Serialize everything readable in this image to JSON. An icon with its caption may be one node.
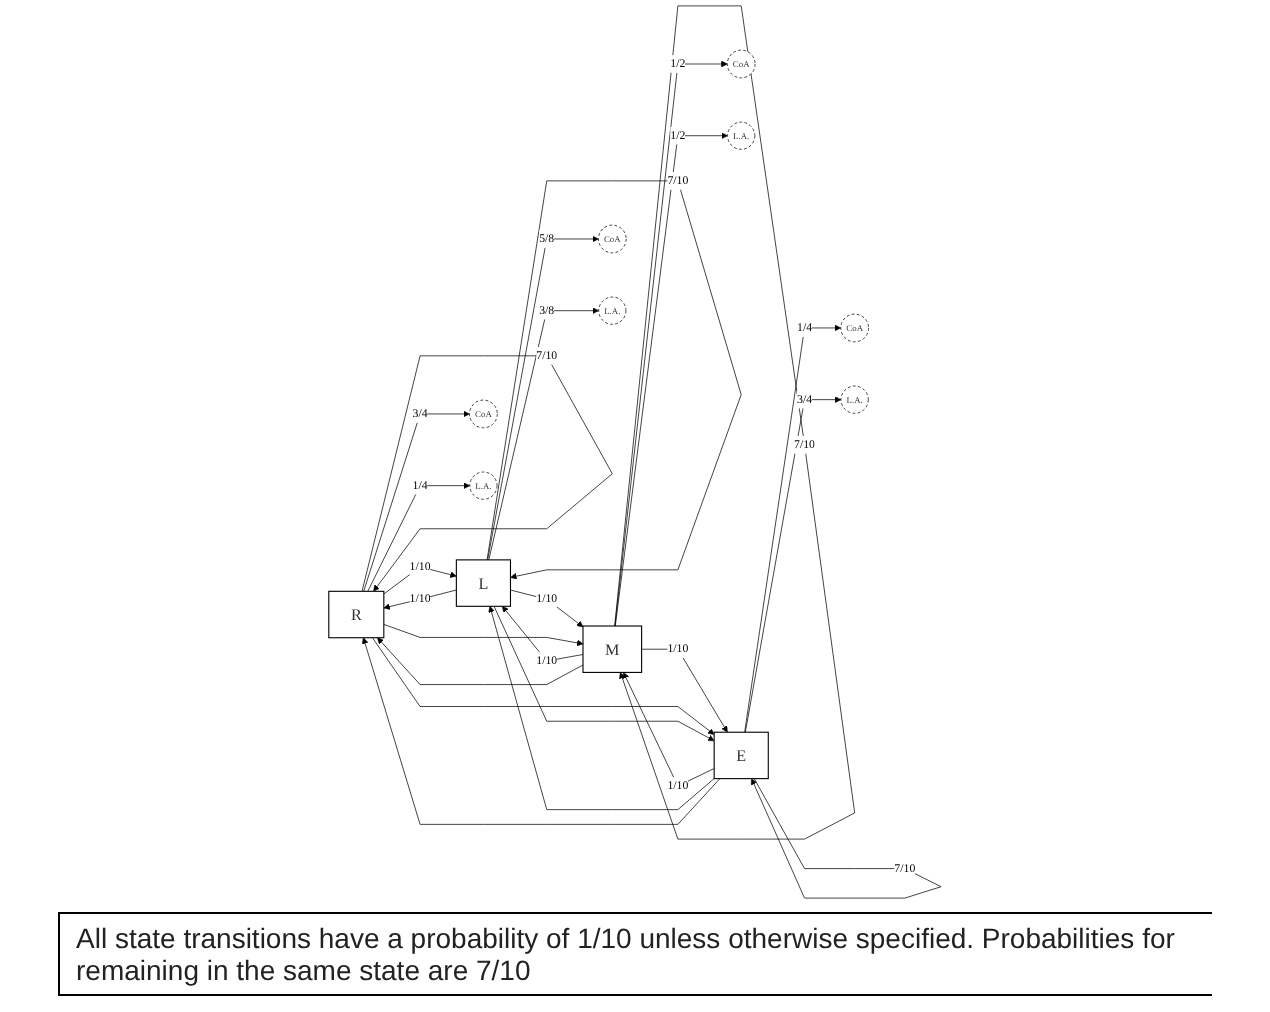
{
  "diagram": {
    "nodes": [
      {
        "text": [
          "R"
        ]
      },
      {
        "text": [
          "L"
        ]
      },
      {
        "text": [
          "M"
        ]
      },
      {
        "text": [
          "E"
        ]
      },
      {
        "text": [
          "CoA"
        ]
      },
      {
        "text": [
          "L.A."
        ]
      },
      {
        "text": [
          "CoA"
        ]
      },
      {
        "text": [
          "L.A."
        ]
      },
      {
        "text": [
          "CoA"
        ]
      },
      {
        "text": [
          "L.A."
        ]
      },
      {
        "text": [
          "CoA"
        ]
      },
      {
        "text": [
          "L.A."
        ]
      }
    ],
    "edges": [
      {
        "from": 0,
        "to": 0,
        "arrow": "to",
        "label": "7/10"
      },
      {
        "from": 1,
        "to": 1,
        "arrow": "to",
        "label": "7/10"
      },
      {
        "from": 2,
        "to": 2,
        "arrow": "to",
        "label": "7/10"
      },
      {
        "from": 3,
        "to": 3,
        "arrow": "to",
        "label": "7/10"
      },
      {
        "from": 0,
        "to": 1,
        "arrow": "to",
        "label": "1/10"
      },
      {
        "from": 1,
        "to": 2,
        "arrow": "to",
        "label": "1/10"
      },
      {
        "from": 2,
        "to": 3,
        "arrow": "to",
        "label": "1/10"
      },
      {
        "from": 1,
        "to": 0,
        "arrow": "to",
        "label": "1/10"
      },
      {
        "from": 2,
        "to": 1,
        "arrow": "to",
        "label": "1/10"
      },
      {
        "from": 3,
        "to": 2,
        "arrow": "to",
        "label": "1/10"
      },
      {
        "from": 0,
        "to": 2,
        "arrow": "to"
      },
      {
        "from": 0,
        "to": 3,
        "arrow": "to"
      },
      {
        "from": 3,
        "to": 1,
        "arrow": "to"
      },
      {
        "from": 3,
        "to": 0,
        "arrow": "to"
      },
      {
        "from": 2,
        "to": 0,
        "arrow": "to"
      },
      {
        "from": 1,
        "to": 3,
        "arrow": "to"
      },
      {
        "from": 0,
        "to": 4,
        "arrow": "to",
        "label": "3/4"
      },
      {
        "from": 0,
        "to": 5,
        "arrow": "to",
        "label": "1/4"
      },
      {
        "from": 1,
        "to": 6,
        "arrow": "to",
        "label": "5/8"
      },
      {
        "from": 1,
        "to": 7,
        "arrow": "to",
        "label": "3/8"
      },
      {
        "from": 2,
        "to": 8,
        "arrow": "to",
        "label": "1/2"
      },
      {
        "from": 2,
        "to": 9,
        "arrow": "to",
        "label": "1/2"
      },
      {
        "from": 3,
        "to": 10,
        "arrow": "to",
        "label": "1/4"
      },
      {
        "from": 3,
        "to": 11,
        "arrow": "to",
        "label": "3/4"
      }
    ],
    "labels": [
      "All state transitions have a probability of 1/10 unless otherwise specified. Probabilities for remaining in the same state are 7/10"
    ]
  }
}
